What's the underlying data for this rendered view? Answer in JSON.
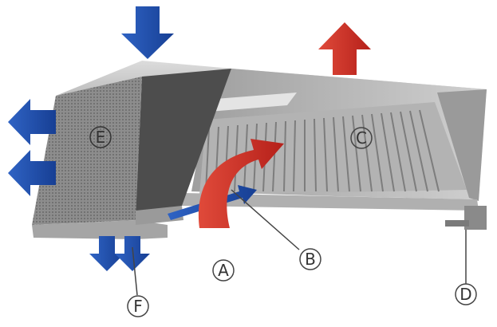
{
  "labels": {
    "a": "A",
    "b": "B",
    "c": "C",
    "d": "D",
    "e": "E",
    "f": "F"
  },
  "colors": {
    "supply_air": "#1f4fae",
    "exhaust_air": "#c0211c",
    "steel_light": "#c9c9c9",
    "steel_mid": "#a9a9a9",
    "steel_dark": "#6e6e6e",
    "callout_line": "#444444"
  },
  "icons": {
    "arrow_down": "arrow-down-icon",
    "arrow_up": "arrow-up-icon",
    "arrow_left": "arrow-left-icon"
  }
}
